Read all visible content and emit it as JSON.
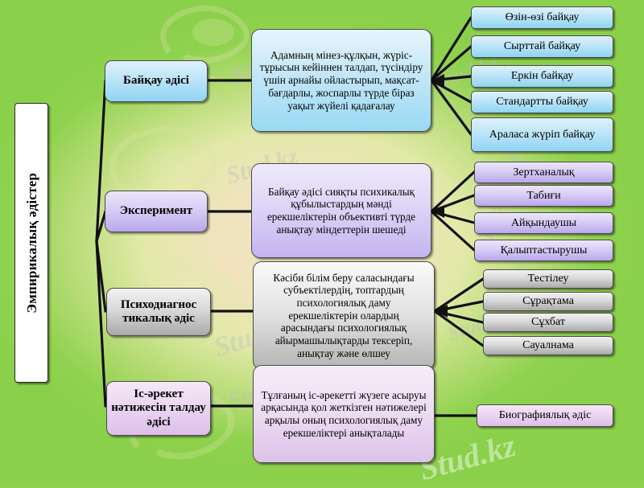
{
  "meta": {
    "watermark_text": "Stud.kz",
    "watermark_text_alt": "Stud.kz - Stud.kz",
    "background_green": "#8FD24F",
    "background_cream": "#F0E3BD"
  },
  "root": {
    "label": "Эмпирикалық әдістер"
  },
  "branches": [
    {
      "id": "observation",
      "color": "#BFE6F8",
      "method": {
        "label": "Байқау әдісі"
      },
      "description": {
        "label": "Адамның мінез-құлқын, жүріс-тұрысын кейіннен талдап, түсіндіру үшін арнайы ойластырып, мақсат-бағдарлы, жоспарлы түрде біраз уақыт жүйелі қадағалау"
      },
      "leaves": [
        {
          "label": "Өзін-өзі байқау"
        },
        {
          "label": "Сырттай байқау"
        },
        {
          "label": "Еркін байқау"
        },
        {
          "label": "Стандартты байқау"
        },
        {
          "label": "Араласа жүріп байқау"
        }
      ]
    },
    {
      "id": "experiment",
      "color": "#D8CDF5",
      "method": {
        "label": "Эксперимент"
      },
      "description": {
        "label": "Байқау әдісі сияқты психикалық құбылыстардың мәнді ерекшеліктерін объективті түрде анықтау міндеттерін шешеді"
      },
      "leaves": [
        {
          "label": "Зертханалық"
        },
        {
          "label": "Табиғи"
        },
        {
          "label": "Айқындаушы"
        },
        {
          "label": "Қалыптастырушы"
        }
      ]
    },
    {
      "id": "psychodiagnostic",
      "color": "#D9D9D9",
      "method": {
        "label": "Психодиагнос тикалық әдіс"
      },
      "description": {
        "label": "Кәсіби білім беру саласындағы субъектілердің, топтардың психологиялық даму ерекшеліктерін олардың арасындағы психологиялық айырмашылықтарды тексеріп, анықтау және өлшеу"
      },
      "leaves": [
        {
          "label": "Тестілеу"
        },
        {
          "label": "Сұрақтама"
        },
        {
          "label": "Сұхбат"
        },
        {
          "label": "Сауалнама"
        }
      ]
    },
    {
      "id": "activity-result-analysis",
      "color": "#ECD6F2",
      "method": {
        "label": "Іс-әрекет нәтижесін талдау әдісі"
      },
      "description": {
        "label": "Тұлғаның іс-әрекетті жүзеге асыруы арқасында қол жеткізген нәтижелері арқылы оның психологиялық даму ерекшеліктері анықталады"
      },
      "leaves": [
        {
          "label": "Биографиялық әдіс"
        }
      ]
    }
  ]
}
